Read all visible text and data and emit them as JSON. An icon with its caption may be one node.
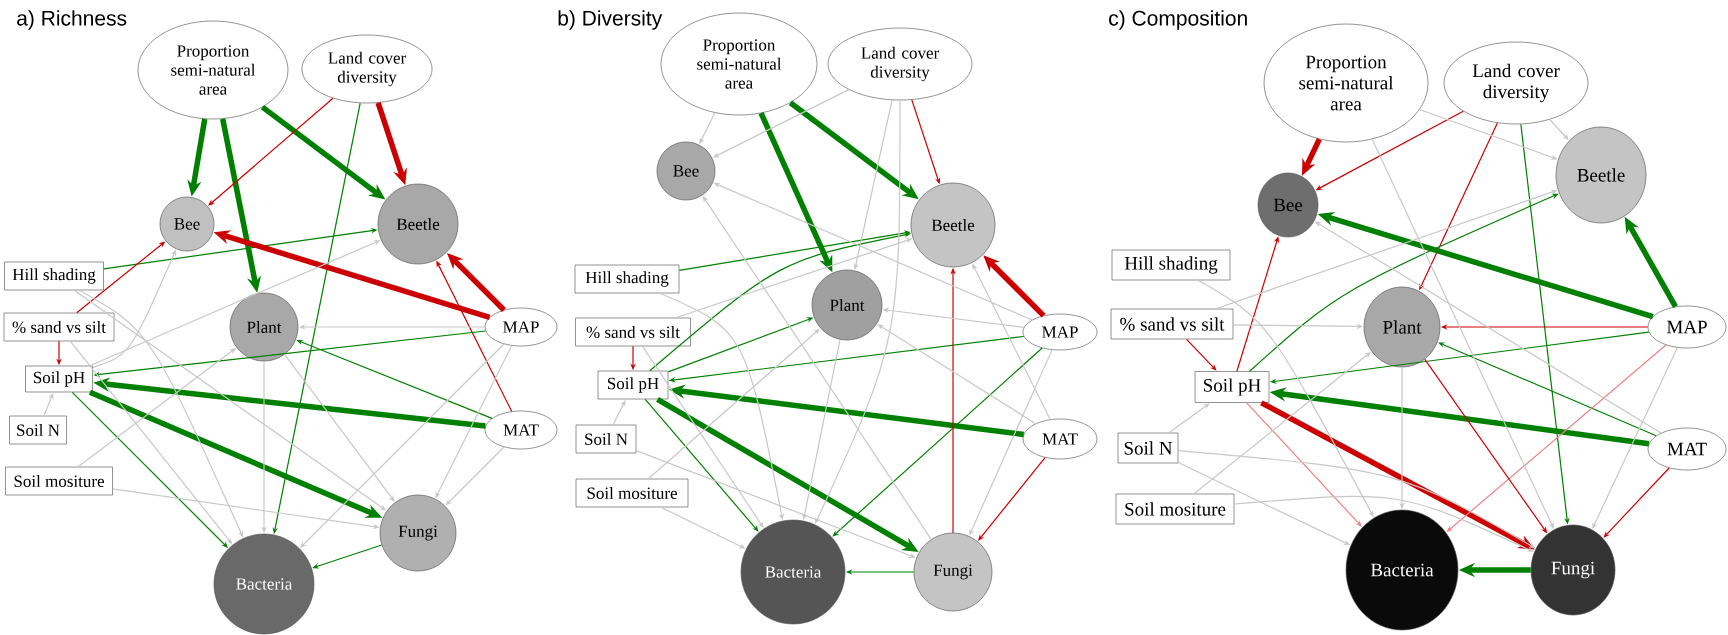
{
  "diagram": {
    "nodes": [
      {
        "text": [
          "Proportion semi-natural area"
        ]
      },
      {
        "text": [
          "Land cover diversity"
        ]
      },
      {
        "text": [
          "Bee"
        ]
      },
      {
        "text": [
          "Beetle"
        ]
      },
      {
        "text": [
          "Hill shading"
        ]
      },
      {
        "text": [
          "% sand vs silt"
        ]
      },
      {
        "text": [
          "Plant"
        ]
      },
      {
        "text": [
          "MAP"
        ]
      },
      {
        "text": [
          "Soil pH"
        ]
      },
      {
        "text": [
          "Soil N"
        ]
      },
      {
        "text": [
          "MAT"
        ]
      },
      {
        "text": [
          "Soil mositure"
        ]
      },
      {
        "text": [
          "Fungi"
        ]
      },
      {
        "text": [
          "Bacteria"
        ]
      },
      {
        "text": [
          "Proportion semi-natural area"
        ]
      },
      {
        "text": [
          "Land cover diversity"
        ]
      },
      {
        "text": [
          "Bee"
        ]
      },
      {
        "text": [
          "Beetle"
        ]
      },
      {
        "text": [
          "Hill shading"
        ]
      },
      {
        "text": [
          "% sand vs silt"
        ]
      },
      {
        "text": [
          "Plant"
        ]
      },
      {
        "text": [
          "MAP"
        ]
      },
      {
        "text": [
          "Soil pH"
        ]
      },
      {
        "text": [
          "Soil N"
        ]
      },
      {
        "text": [
          "MAT"
        ]
      },
      {
        "text": [
          "Soil mositure"
        ]
      },
      {
        "text": [
          "Fungi"
        ]
      },
      {
        "text": [
          "Bacteria"
        ]
      },
      {
        "text": [
          "Proportion semi-natural area"
        ]
      },
      {
        "text": [
          "Land cover diversity"
        ]
      },
      {
        "text": [
          "Bee"
        ]
      },
      {
        "text": [
          "Beetle"
        ]
      },
      {
        "text": [
          "Hill shading"
        ]
      },
      {
        "text": [
          "% sand vs silt"
        ]
      },
      {
        "text": [
          "Plant"
        ]
      },
      {
        "text": [
          "MAP"
        ]
      },
      {
        "text": [
          "Soil pH"
        ]
      },
      {
        "text": [
          "Soil N"
        ]
      },
      {
        "text": [
          "MAT"
        ]
      },
      {
        "text": [
          "Soil mositure"
        ]
      },
      {
        "text": [
          "Fungi"
        ]
      },
      {
        "text": [
          "Bacteria"
        ]
      }
    ],
    "edges": [
      {
        "from": 0,
        "to": 2,
        "arrow": "to",
        "style": "thick",
        "color": "#008000"
      },
      {
        "from": 0,
        "to": 6,
        "arrow": "to",
        "style": "thick",
        "color": "#008000"
      },
      {
        "from": 0,
        "to": 3,
        "arrow": "to",
        "style": "thick",
        "color": "#008000"
      },
      {
        "from": 1,
        "to": 2,
        "arrow": "to",
        "color": "#cc0000"
      },
      {
        "from": 1,
        "to": 3,
        "arrow": "to",
        "style": "thick",
        "color": "#cc0000"
      },
      {
        "from": 1,
        "to": 13,
        "arrow": "to",
        "color": "#008000"
      },
      {
        "from": 4,
        "to": 3,
        "arrow": "to",
        "color": "#008000"
      },
      {
        "from": 5,
        "to": 2,
        "arrow": "to",
        "color": "#cc0000"
      },
      {
        "from": 5,
        "to": 8,
        "arrow": "to",
        "color": "#cc0000"
      },
      {
        "from": 7,
        "to": 2,
        "arrow": "to",
        "style": "thick",
        "color": "#cc0000"
      },
      {
        "from": 7,
        "to": 3,
        "arrow": "to",
        "style": "thick",
        "color": "#cc0000"
      },
      {
        "from": 10,
        "to": 3,
        "arrow": "to",
        "color": "#cc0000"
      },
      {
        "from": 7,
        "to": 8,
        "arrow": "to",
        "color": "#008000"
      },
      {
        "from": 10,
        "to": 6,
        "arrow": "to",
        "color": "#008000"
      },
      {
        "from": 10,
        "to": 8,
        "arrow": "to",
        "style": "thick",
        "color": "#008000"
      },
      {
        "from": 8,
        "to": 12,
        "arrow": "to",
        "style": "thick",
        "color": "#008000"
      },
      {
        "from": 8,
        "to": 13,
        "arrow": "to",
        "color": "#008000"
      },
      {
        "from": 12,
        "to": 13,
        "arrow": "to",
        "color": "#008000"
      },
      {
        "from": 7,
        "to": 6,
        "arrow": "to",
        "color": "#c8c8c8"
      },
      {
        "from": 9,
        "to": 8,
        "arrow": "to",
        "color": "#c8c8c8"
      },
      {
        "from": 11,
        "to": 12,
        "arrow": "to",
        "color": "#c8c8c8"
      },
      {
        "from": 11,
        "to": 6,
        "arrow": "to",
        "color": "#c8c8c8"
      },
      {
        "from": 8,
        "to": 2,
        "arrow": "to",
        "color": "#c8c8c8"
      },
      {
        "from": 8,
        "to": 3,
        "arrow": "to",
        "color": "#c8c8c8"
      },
      {
        "from": 4,
        "to": 12,
        "arrow": "to",
        "color": "#c8c8c8"
      },
      {
        "from": 4,
        "to": 13,
        "arrow": "to",
        "color": "#c8c8c8"
      },
      {
        "from": 5,
        "to": 13,
        "arrow": "to",
        "color": "#c8c8c8"
      },
      {
        "from": 6,
        "to": 13,
        "arrow": "to",
        "color": "#c8c8c8"
      },
      {
        "from": 6,
        "to": 12,
        "arrow": "to",
        "color": "#c8c8c8"
      },
      {
        "from": 7,
        "to": 12,
        "arrow": "to",
        "color": "#c8c8c8"
      },
      {
        "from": 10,
        "to": 12,
        "arrow": "to",
        "color": "#c8c8c8"
      },
      {
        "from": 7,
        "to": 13,
        "arrow": "to",
        "color": "#c8c8c8"
      },
      {
        "from": 14,
        "to": 20,
        "arrow": "to",
        "style": "thick",
        "color": "#008000"
      },
      {
        "from": 14,
        "to": 17,
        "arrow": "to",
        "style": "thick",
        "color": "#008000"
      },
      {
        "from": 15,
        "to": 17,
        "arrow": "to",
        "color": "#cc0000"
      },
      {
        "from": 18,
        "to": 17,
        "arrow": "to",
        "color": "#008000"
      },
      {
        "from": 19,
        "to": 22,
        "arrow": "to",
        "color": "#cc0000"
      },
      {
        "from": 22,
        "to": 20,
        "arrow": "to",
        "color": "#008000"
      },
      {
        "from": 22,
        "to": 17,
        "arrow": "to",
        "color": "#008000"
      },
      {
        "from": 21,
        "to": 17,
        "arrow": "to",
        "style": "thick",
        "color": "#cc0000"
      },
      {
        "from": 21,
        "to": 22,
        "arrow": "to",
        "color": "#008000"
      },
      {
        "from": 21,
        "to": 27,
        "arrow": "to",
        "color": "#008000"
      },
      {
        "from": 24,
        "to": 22,
        "arrow": "to",
        "style": "thick",
        "color": "#008000"
      },
      {
        "from": 24,
        "to": 26,
        "arrow": "to",
        "color": "#cc0000"
      },
      {
        "from": 26,
        "to": 17,
        "arrow": "to",
        "color": "#cc0000"
      },
      {
        "from": 22,
        "to": 27,
        "arrow": "to",
        "color": "#008000"
      },
      {
        "from": 22,
        "to": 26,
        "arrow": "to",
        "style": "thick",
        "color": "#008000"
      },
      {
        "from": 26,
        "to": 27,
        "arrow": "to",
        "color": "#008000"
      },
      {
        "from": 14,
        "to": 16,
        "arrow": "to",
        "color": "#c8c8c8"
      },
      {
        "from": 15,
        "to": 16,
        "arrow": "to",
        "color": "#c8c8c8"
      },
      {
        "from": 15,
        "to": 27,
        "arrow": "to",
        "color": "#c8c8c8"
      },
      {
        "from": 15,
        "to": 20,
        "arrow": "to",
        "color": "#c8c8c8"
      },
      {
        "from": 21,
        "to": 16,
        "arrow": "to",
        "color": "#c8c8c8"
      },
      {
        "from": 26,
        "to": 16,
        "arrow": "to",
        "color": "#c8c8c8"
      },
      {
        "from": 21,
        "to": 20,
        "arrow": "to",
        "color": "#c8c8c8"
      },
      {
        "from": 24,
        "to": 20,
        "arrow": "to",
        "color": "#c8c8c8"
      },
      {
        "from": 24,
        "to": 17,
        "arrow": "to",
        "color": "#c8c8c8"
      },
      {
        "from": 21,
        "to": 26,
        "arrow": "to",
        "color": "#c8c8c8"
      },
      {
        "from": 23,
        "to": 22,
        "arrow": "to",
        "color": "#c8c8c8"
      },
      {
        "from": 23,
        "to": 26,
        "arrow": "to",
        "color": "#c8c8c8"
      },
      {
        "from": 25,
        "to": 20,
        "arrow": "to",
        "color": "#c8c8c8"
      },
      {
        "from": 25,
        "to": 27,
        "arrow": "to",
        "color": "#c8c8c8"
      },
      {
        "from": 18,
        "to": 27,
        "arrow": "to",
        "color": "#c8c8c8"
      },
      {
        "from": 19,
        "to": 27,
        "arrow": "to",
        "color": "#c8c8c8"
      },
      {
        "from": 19,
        "to": 17,
        "arrow": "to",
        "color": "#c8c8c8"
      },
      {
        "from": 20,
        "to": 27,
        "arrow": "to",
        "color": "#c8c8c8"
      },
      {
        "from": 28,
        "to": 30,
        "arrow": "to",
        "style": "thick",
        "color": "#cc0000"
      },
      {
        "from": 29,
        "to": 30,
        "arrow": "to",
        "color": "#cc0000"
      },
      {
        "from": 29,
        "to": 34,
        "arrow": "to",
        "color": "#cc0000"
      },
      {
        "from": 29,
        "to": 40,
        "arrow": "to",
        "color": "#008000"
      },
      {
        "from": 36,
        "to": 30,
        "arrow": "to",
        "color": "#cc0000"
      },
      {
        "from": 36,
        "to": 31,
        "arrow": "to",
        "color": "#008000"
      },
      {
        "from": 33,
        "to": 36,
        "arrow": "to",
        "color": "#cc0000"
      },
      {
        "from": 35,
        "to": 30,
        "arrow": "to",
        "style": "thick",
        "color": "#008000"
      },
      {
        "from": 35,
        "to": 31,
        "arrow": "to",
        "style": "thick",
        "color": "#008000"
      },
      {
        "from": 35,
        "to": 34,
        "arrow": "to",
        "color": "#cc0000"
      },
      {
        "from": 35,
        "to": 36,
        "arrow": "to",
        "color": "#008000"
      },
      {
        "from": 38,
        "to": 34,
        "arrow": "to",
        "color": "#008000"
      },
      {
        "from": 38,
        "to": 36,
        "arrow": "to",
        "style": "thick",
        "color": "#008000"
      },
      {
        "from": 38,
        "to": 40,
        "arrow": "to",
        "color": "#cc0000"
      },
      {
        "from": 36,
        "to": 40,
        "arrow": "to",
        "style": "thick",
        "color": "#cc0000"
      },
      {
        "from": 36,
        "to": 41,
        "arrow": "to",
        "color": "#f08080"
      },
      {
        "from": 35,
        "to": 41,
        "arrow": "to",
        "color": "#f08080"
      },
      {
        "from": 34,
        "to": 40,
        "arrow": "to",
        "color": "#cc0000"
      },
      {
        "from": 40,
        "to": 41,
        "arrow": "to",
        "style": "thick",
        "color": "#008000"
      },
      {
        "from": 28,
        "to": 31,
        "arrow": "to",
        "color": "#c8c8c8"
      },
      {
        "from": 29,
        "to": 31,
        "arrow": "to",
        "color": "#c8c8c8"
      },
      {
        "from": 28,
        "to": 40,
        "arrow": "to",
        "color": "#c8c8c8"
      },
      {
        "from": 33,
        "to": 34,
        "arrow": "to",
        "color": "#c8c8c8"
      },
      {
        "from": 33,
        "to": 31,
        "arrow": "to",
        "color": "#c8c8c8"
      },
      {
        "from": 37,
        "to": 36,
        "arrow": "to",
        "color": "#c8c8c8"
      },
      {
        "from": 37,
        "to": 41,
        "arrow": "to",
        "color": "#c8c8c8"
      },
      {
        "from": 37,
        "to": 40,
        "arrow": "to",
        "color": "#c8c8c8"
      },
      {
        "from": 39,
        "to": 34,
        "arrow": "to",
        "color": "#c8c8c8"
      },
      {
        "from": 39,
        "to": 40,
        "arrow": "to",
        "color": "#c8c8c8"
      },
      {
        "from": 32,
        "to": 41,
        "arrow": "to",
        "color": "#c8c8c8"
      },
      {
        "from": 34,
        "to": 41,
        "arrow": "to",
        "color": "#c8c8c8"
      },
      {
        "from": 38,
        "to": 30,
        "arrow": "to",
        "color": "#c8c8c8"
      },
      {
        "from": 35,
        "to": 40,
        "arrow": "to",
        "color": "#c8c8c8"
      }
    ],
    "labels": [
      "a) Richness",
      "b) Diversity",
      "c) Composition"
    ]
  }
}
